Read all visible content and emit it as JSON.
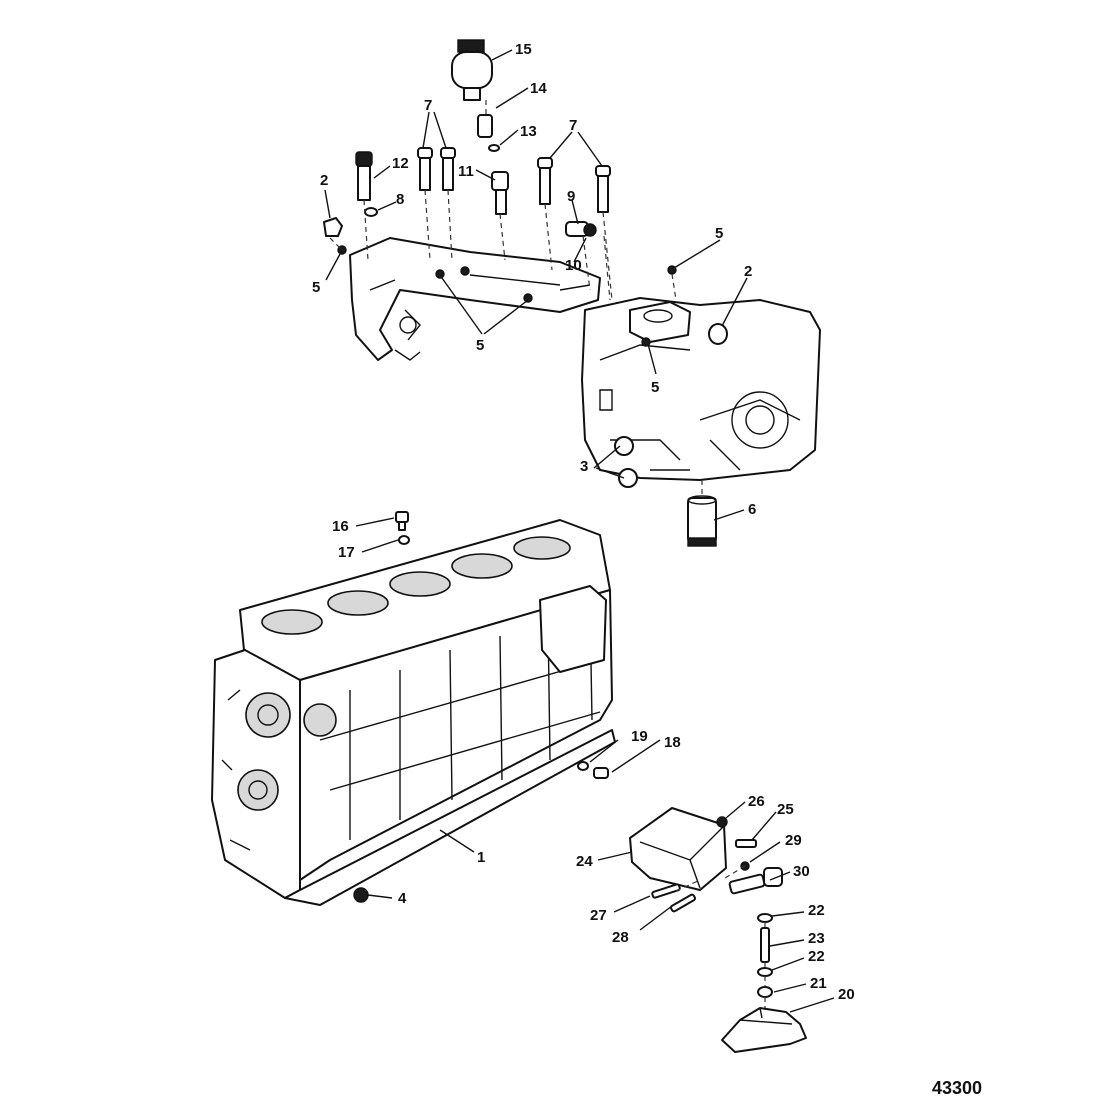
{
  "figure_number": "43300",
  "callouts": [
    "1",
    "2",
    "3",
    "4",
    "5",
    "6",
    "7",
    "8",
    "9",
    "10",
    "11",
    "12",
    "13",
    "14",
    "15",
    "16",
    "17",
    "18",
    "19",
    "20",
    "21",
    "22",
    "23",
    "24",
    "25",
    "26",
    "27",
    "28",
    "29",
    "30"
  ],
  "colors": {
    "ink": "#111111",
    "paper": "#ffffff",
    "shade": "#d8d8d8"
  }
}
